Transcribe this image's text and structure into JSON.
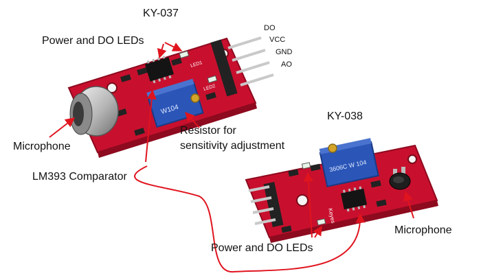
{
  "diagram": {
    "labels": {
      "ky037_title": "KY-037",
      "ky038_title": "KY-038",
      "power_do_leds_top": "Power and DO LEDs",
      "power_do_leds_bottom": "Power and DO LEDs",
      "pin_do": "DO",
      "pin_vcc": "VCC",
      "pin_gnd": "GND",
      "pin_ao": "AO",
      "microphone_left": "Microphone",
      "microphone_right": "Microphone",
      "resistor": "Resistor for\nsensitivity adjustment",
      "comparator": "LM393 Comparator"
    },
    "board_marks": {
      "ky037_pot": "W104",
      "ky038_pot": "3606C W 104",
      "ky038_brand": "Keyes",
      "led1": "LED1",
      "led2": "LED2"
    },
    "colors": {
      "pcb_red": "#c8102e",
      "pcb_edge": "#8e0a1f",
      "pot_blue": "#2b56b8",
      "arrow_red": "#e0141e",
      "chip_black": "#141414"
    }
  }
}
